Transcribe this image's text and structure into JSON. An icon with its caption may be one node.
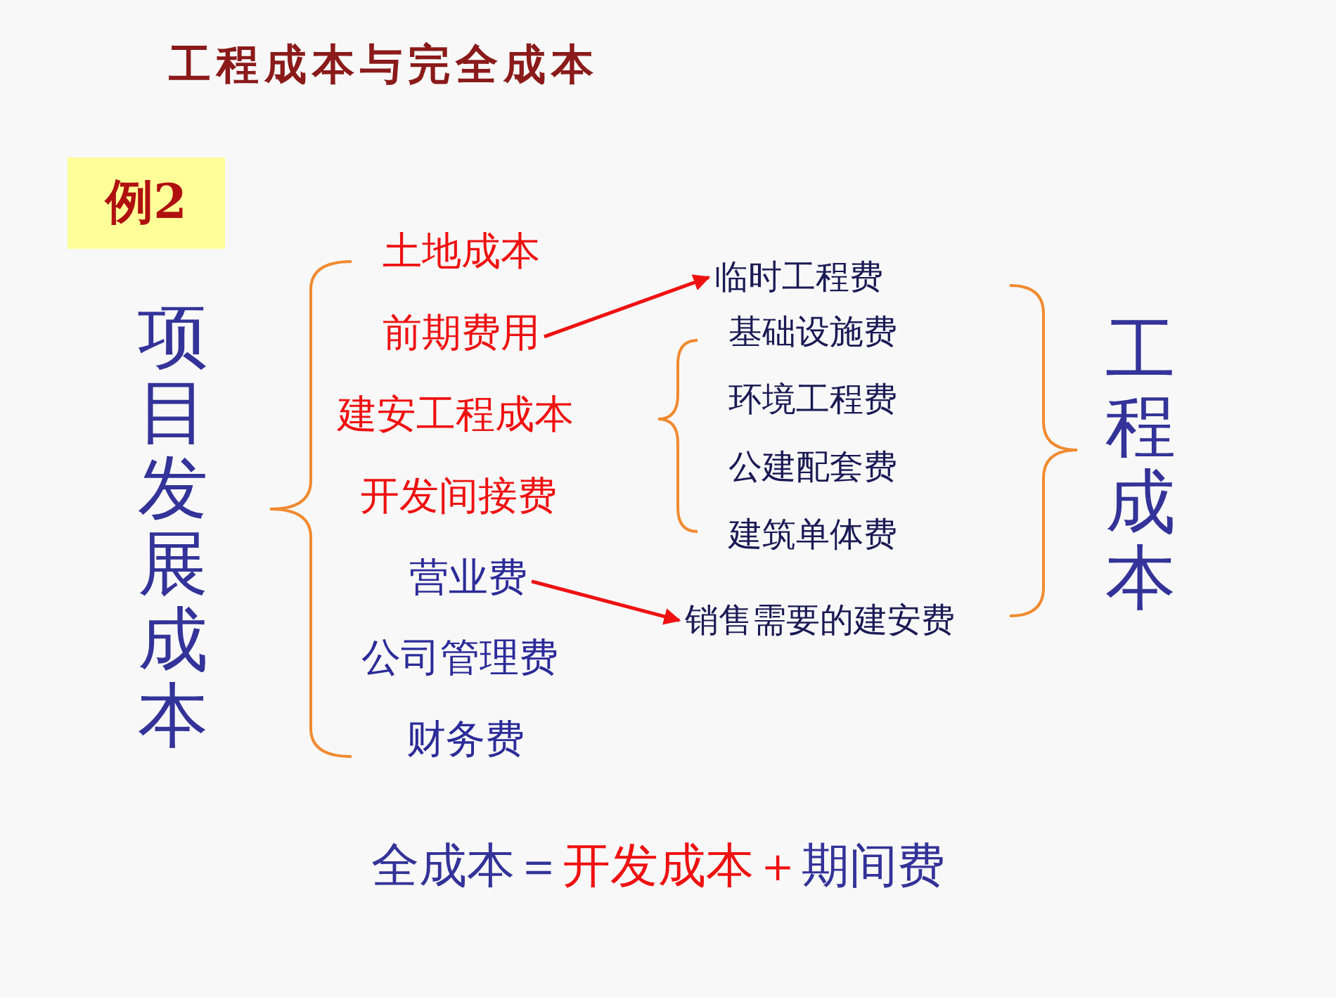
{
  "diagram": {
    "title": "工程成本与完全成本",
    "nodes": [
      {
        "text": [
          "例2"
        ]
      },
      {
        "text": [
          "前期费用"
        ]
      },
      {
        "text": [
          "临时工程费"
        ]
      },
      {
        "text": [
          "营业费"
        ]
      },
      {
        "text": [
          "销售需要的建安费"
        ]
      }
    ],
    "edges": [
      {
        "from": 1,
        "to": 2,
        "arrow": "to",
        "color": "#ee1111"
      },
      {
        "from": 3,
        "to": 4,
        "arrow": "to",
        "color": "#ee1111"
      }
    ],
    "labels": [
      "项目发展成本",
      "土地成本",
      "建安工程成本",
      "开发间接费",
      "公司管理费",
      "财务费",
      "基础设施费",
      "环境工程费",
      "公建配套费",
      "建筑单体费",
      "工程成本",
      "全成本＝",
      "开发成本＋",
      "期间费"
    ]
  }
}
